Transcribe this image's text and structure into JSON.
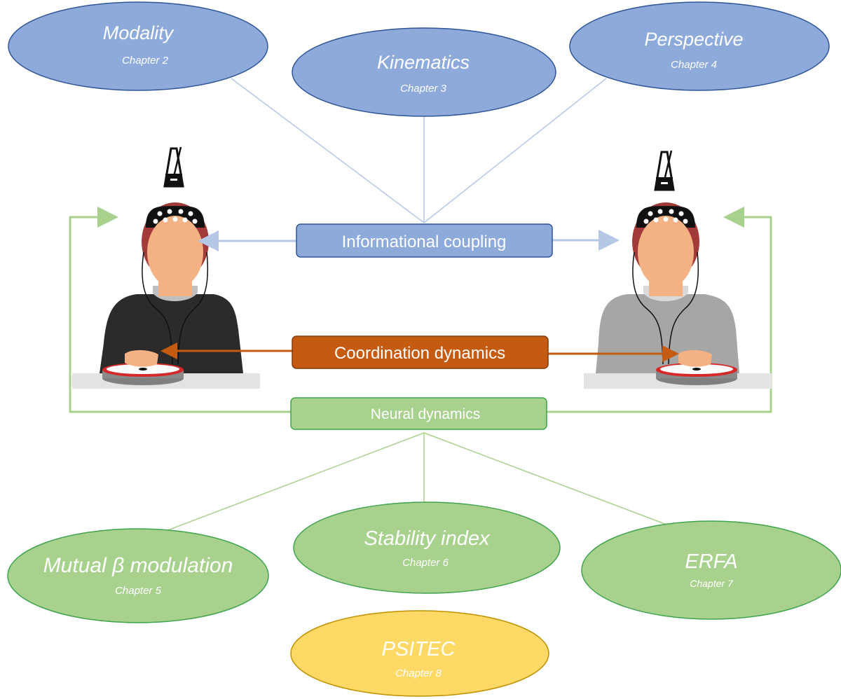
{
  "top_nodes": [
    {
      "title": "Modality",
      "subtitle": "Chapter 2"
    },
    {
      "title": "Kinematics",
      "subtitle": "Chapter 3"
    },
    {
      "title": "Perspective",
      "subtitle": "Chapter 4"
    }
  ],
  "boxes": {
    "informational": "Informational coupling",
    "coordination": "Coordination dynamics",
    "neural": "Neural dynamics"
  },
  "bottom_nodes": [
    {
      "title": "Mutual β modulation",
      "subtitle": "Chapter 5"
    },
    {
      "title": "Stability index",
      "subtitle": "Chapter 6"
    },
    {
      "title": "ERFA",
      "subtitle": "Chapter 7"
    }
  ],
  "extra_node": {
    "title": "PSITEC",
    "subtitle": "Chapter 8"
  },
  "colors": {
    "blue_fill": "#8eaadb",
    "blue_stroke": "#2f5597",
    "blue_line": "#b4c7e7",
    "green_fill": "#a9d18e",
    "green_stroke": "#3fa34d",
    "green_line": "#a9d18e",
    "orange_fill": "#c55a11",
    "orange_stroke": "#843c0c",
    "yellow_fill": "#ffd966",
    "yellow_stroke": "#bf9000",
    "left_shirt": "#2b2b2b",
    "right_shirt": "#a6a6a6",
    "skin": "#f4b183",
    "cap": "#a33a3a"
  },
  "icons": [
    "metronome-icon",
    "eeg-cap-icon",
    "tapping-pad-icon"
  ]
}
